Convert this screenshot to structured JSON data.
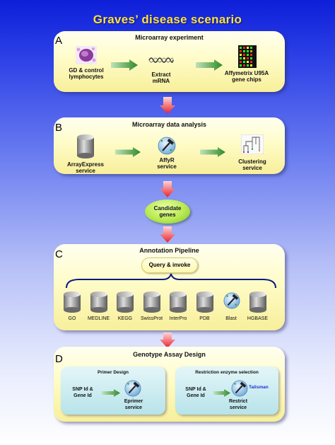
{
  "title": "Graves’ disease scenario",
  "panels": {
    "a": {
      "letter": "A",
      "title": "Microarray experiment",
      "items": [
        "GD & control\nlymphocytes",
        "Extract\nmRNA",
        "Affymetrix U95A\ngene chips"
      ]
    },
    "b": {
      "letter": "B",
      "title": "Microarray data analysis",
      "items": [
        "ArrayExpress\nservice",
        "AffyR\nservice",
        "Clustering\nservice"
      ]
    },
    "candidate": "Candidate\ngenes",
    "c": {
      "letter": "C",
      "title": "Annotation Pipeline",
      "query": "Query & invoke",
      "services": [
        "GO",
        "MEDLINE",
        "KEGG",
        "SwissProt",
        "InterPro",
        "PDB",
        "Blast",
        "HGBASE"
      ]
    },
    "d": {
      "letter": "D",
      "title": "Genotype Assay Design",
      "primer": {
        "title": "Primer Design",
        "input": "SNP Id &\nGene Id",
        "service": "Eprimer\nservice"
      },
      "restriction": {
        "title": "Restriction enzyme selection",
        "input": "SNP Id &\nGene Id",
        "service": "Restrict\nservice",
        "extra": "Talisman"
      }
    }
  },
  "colors": {
    "title": "#ffe23a",
    "panel": "#fffcc8",
    "green_arrow": "#3e9c36",
    "red_arrow": "#e8202a",
    "candidate_oval": "#b8ea52",
    "subpanel": "#b7e3ea",
    "talisman": "#1a33d8"
  }
}
